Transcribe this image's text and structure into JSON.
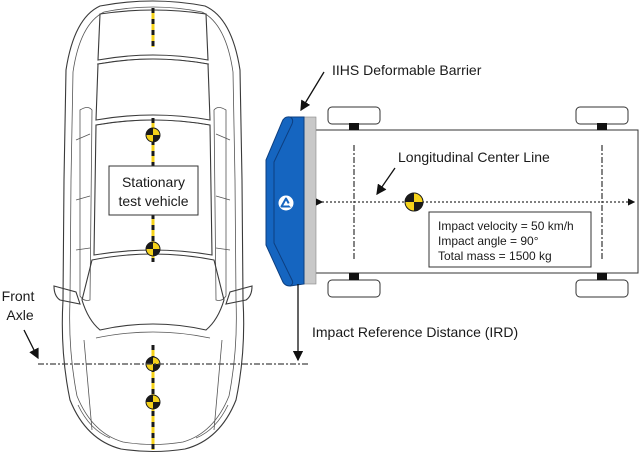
{
  "diagram": {
    "title": "IIHS side impact test setup",
    "labels": {
      "stationary_vehicle_line1": "Stationary",
      "stationary_vehicle_line2": "test vehicle",
      "barrier": "IIHS Deformable Barrier",
      "center_line": "Longitudinal Center Line",
      "front_axle_line1": "Front",
      "front_axle_line2": "Axle",
      "ird": "Impact Reference Distance (IRD)"
    },
    "test_parameters": [
      {
        "label": "Impact velocity",
        "value": "50 km/h",
        "text": "Impact velocity = 50 km/h"
      },
      {
        "label": "Impact angle",
        "value": "90°",
        "text": "Impact angle = 90°"
      },
      {
        "label": "Total mass",
        "value": "1500 kg",
        "text": "Total mass = 1500 kg"
      }
    ],
    "icons": {
      "barrier_logo": "a-triangle-logo-icon",
      "target_marker": "crash-test-target-icon"
    },
    "colors": {
      "barrier_blue": "#1565c0",
      "barrier_face": "#c8c8c8",
      "target_yellow": "#f5d21a",
      "target_black": "#1a1a1a",
      "stroke": "#222222"
    }
  }
}
